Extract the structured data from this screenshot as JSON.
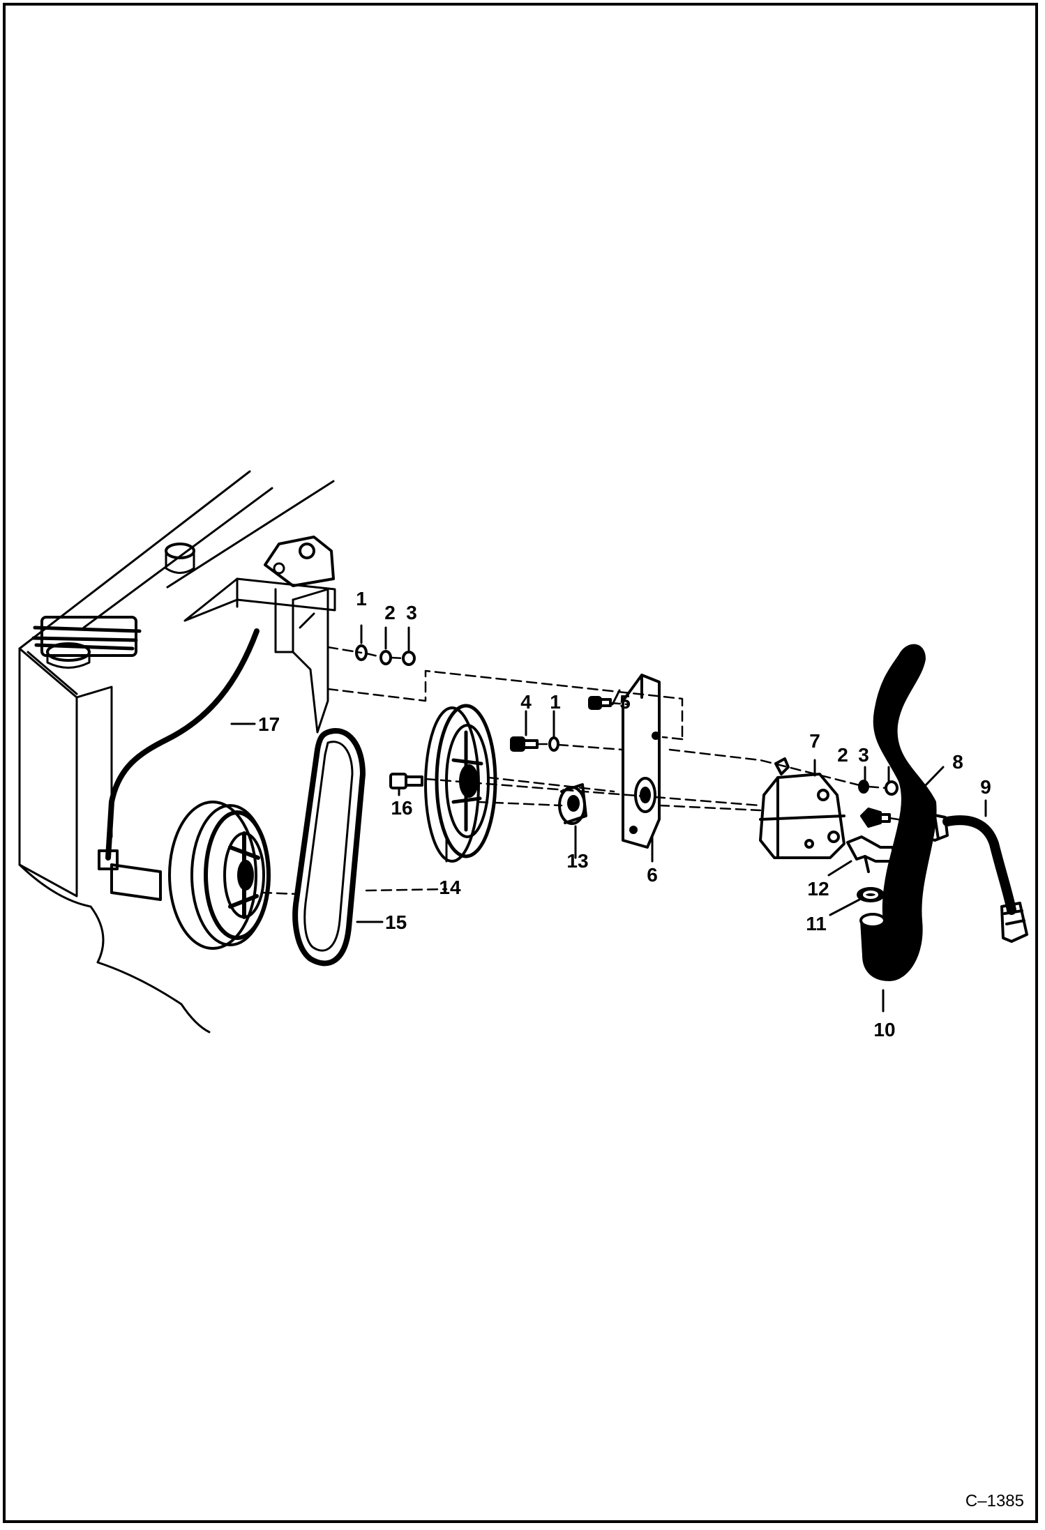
{
  "figure_id": "C–1385",
  "callouts": [
    "1",
    "2",
    "3",
    "4",
    "1",
    "5",
    "2",
    "3",
    "7",
    "8",
    "9",
    "17",
    "16",
    "14",
    "13",
    "6",
    "12",
    "11",
    "15",
    "10"
  ]
}
